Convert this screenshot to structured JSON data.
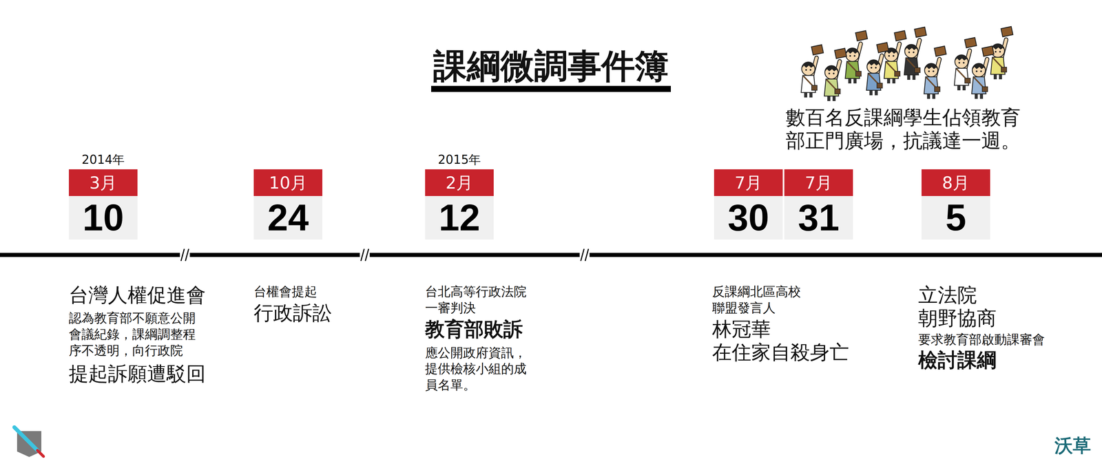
{
  "diagram": {
    "title": "課綱微調事件簿",
    "nodes": [
      {
        "text": [
          "3月",
          "10"
        ]
      },
      {
        "text": [
          "10月",
          "24"
        ]
      },
      {
        "text": [
          "2月",
          "12"
        ]
      },
      {
        "text": [
          "7月",
          "30"
        ]
      },
      {
        "text": [
          "7月",
          "31"
        ]
      },
      {
        "text": [
          "8月",
          "5"
        ]
      }
    ],
    "labels": [
      "2014年",
      "2015年",
      "台灣人權促進會",
      "認為教育部不願意公開 會議紀錄，課綱調整程 序不透明，向行政院",
      "提起訴願遭駁回",
      "台權會提起",
      "行政訴訟",
      "台北高等行政法院 一審判決",
      "教育部敗訴",
      "應公開政府資訊， 提供檢核小組的成 員名單。",
      "反課綱北區高校 聯盟發言人",
      "林冠華 在住家自殺身亡",
      "立法院 朝野協商",
      "要求教育部啟動課審會",
      "檢討課綱",
      "數百名反課綱學生佔領教育 部正門廣場，抗議達一週。",
      "沃草"
    ]
  }
}
